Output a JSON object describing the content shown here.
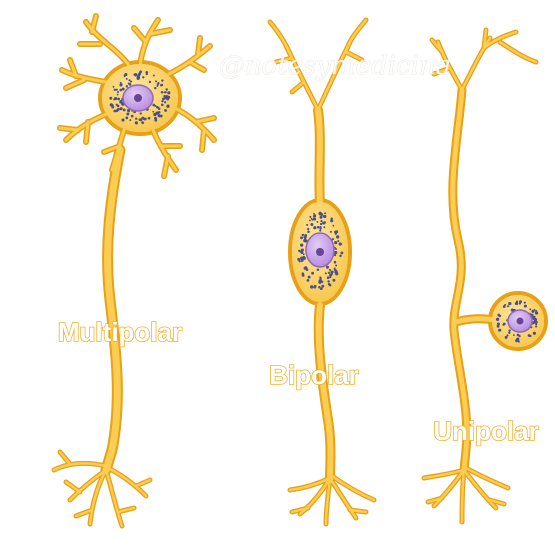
{
  "watermark": "@notesymedicina",
  "labels": {
    "multipolar": "Multipolar",
    "bipolar": "Bipolar",
    "unipolar": "Unipolar"
  },
  "colors": {
    "neuron_fill": "#fbcd52",
    "neuron_stroke": "#e8a017",
    "nucleus_fill": "#c49ee6",
    "nucleus_stroke": "#8f68b8",
    "nucleolus": "#6a4595",
    "granules": "#4b4e8a",
    "label_outline": "#f3b12e"
  }
}
